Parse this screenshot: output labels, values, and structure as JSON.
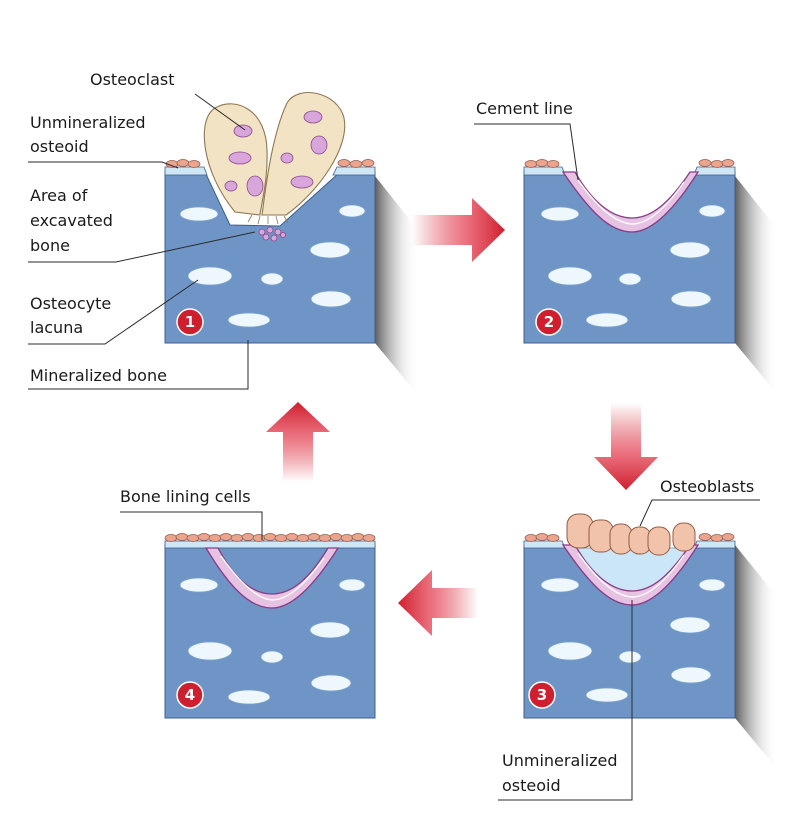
{
  "labels": {
    "osteoclast": "Osteoclast",
    "unmineralized_osteoid_1": "Unmineralized",
    "unmineralized_osteoid_2": "osteoid",
    "excavated_1": "Area of",
    "excavated_2": "excavated",
    "excavated_3": "bone",
    "lacuna_1": "Osteocyte",
    "lacuna_2": "lacuna",
    "mineralized_bone": "Mineralized bone",
    "cement_line": "Cement line",
    "osteoblasts": "Osteoblasts",
    "bone_lining_cells": "Bone lining cells",
    "osteoid_bottom_1": "Unmineralized",
    "osteoid_bottom_2": "osteoid"
  },
  "steps": [
    "1",
    "2",
    "3",
    "4"
  ],
  "colors": {
    "bone": "#6f95c6",
    "arrow": "#cf1f2e",
    "cement_line": "#e6c2e3",
    "osteoclast": "#f2e3c4",
    "osteoblast": "#f2c3ab",
    "lining_cells": "#eaa58f"
  }
}
